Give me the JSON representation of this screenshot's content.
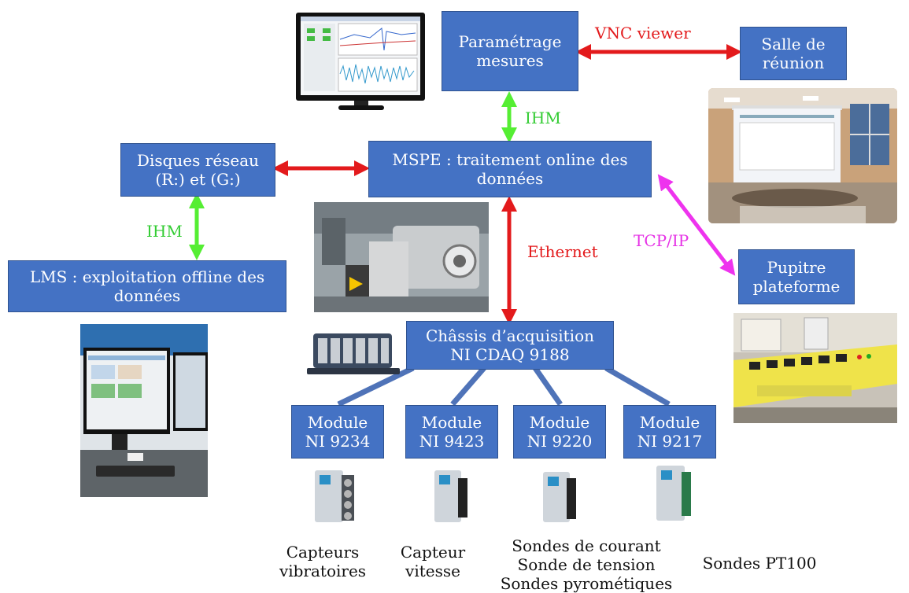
{
  "boxes": {
    "parametrage": [
      "Paramétrage",
      "mesures"
    ],
    "salle": [
      "Salle de",
      "réunion"
    ],
    "disques": [
      "Disques réseau",
      "(R:) et (G:)"
    ],
    "mspe": [
      "MSPE : traitement online des",
      "données"
    ],
    "lms": [
      "LMS : exploitation offline des",
      "données"
    ],
    "pupitre": [
      "Pupitre",
      "plateforme"
    ],
    "chassis": [
      "Châssis d’acquisition",
      "NI CDAQ 9188"
    ],
    "module_9234": [
      "Module",
      "NI 9234"
    ],
    "module_9423": [
      "Module",
      "NI 9423"
    ],
    "module_9220": [
      "Module",
      "NI 9220"
    ],
    "module_9217": [
      "Module",
      "NI 9217"
    ]
  },
  "links": {
    "vnc": "VNC viewer",
    "ihm_top": "IHM",
    "ihm_left": "IHM",
    "ethernet": "Ethernet",
    "tcpip": "TCP/IP"
  },
  "captions": {
    "c1": [
      "Capteurs",
      "vibratoires"
    ],
    "c2": [
      "Capteur",
      "vitesse"
    ],
    "c3": [
      "Sondes de courant",
      "Sonde de tension",
      "Sondes pyrométiques"
    ],
    "c4": [
      "Sondes PT100"
    ]
  },
  "colors": {
    "box": "#4472c4",
    "arrow_red": "#e31a1c",
    "arrow_green": "#55ee33",
    "arrow_magenta": "#ee33ee",
    "connector": "#4f73b8"
  }
}
